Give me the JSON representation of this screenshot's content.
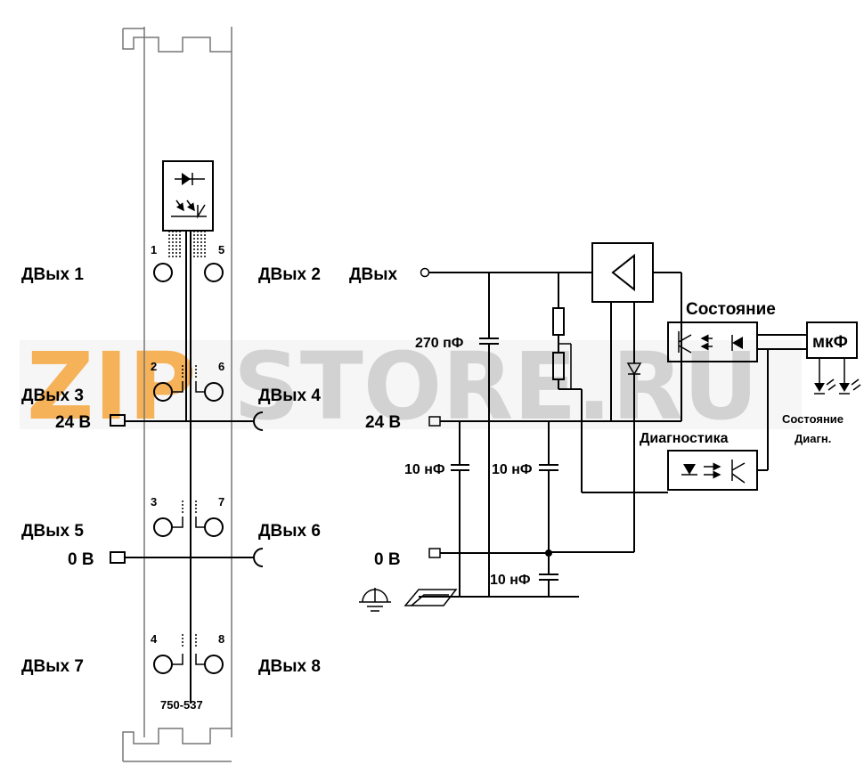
{
  "module": {
    "part_number": "750-537",
    "pins": [
      "1",
      "5",
      "2",
      "6",
      "3",
      "7",
      "4",
      "8"
    ],
    "labels": {
      "dout1": "ДВых 1",
      "dout2": "ДВых 2",
      "dout3": "ДВых 3",
      "dout4": "ДВых 4",
      "dout5": "ДВых 5",
      "dout6": "ДВых 6",
      "dout7": "ДВых 7",
      "dout8": "ДВых 8",
      "supply_24v": "24 В",
      "supply_0v": "0 В"
    }
  },
  "circuit": {
    "dout": "ДВых",
    "cap_270": "270 пФ",
    "supply_24v": "24 В",
    "supply_0v": "0 В",
    "cap_10_a": "10 нФ",
    "cap_10_b": "10 нФ",
    "cap_10_c": "10 нФ",
    "status": "Состояние",
    "diagnostics": "Диагностика",
    "mcu": "мкФ",
    "led_status": "Состояние",
    "led_diag": "Диагн."
  },
  "watermark": "ZIPSTORE.RU",
  "colors": {
    "watermark_orange": "#f4a030",
    "watermark_grey": "#c8c8c8",
    "line": "#000000"
  }
}
